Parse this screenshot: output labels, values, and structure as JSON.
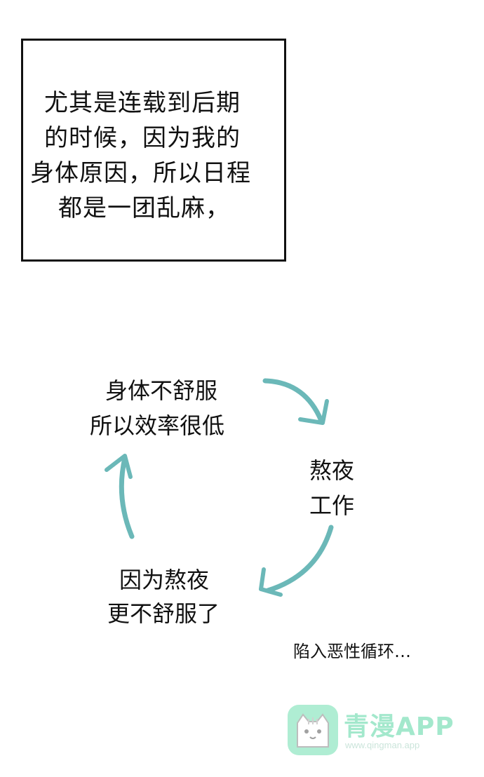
{
  "caption": {
    "lines": [
      "尤其是连载到后期",
      "的时候，因为我的",
      "身体原因，所以日程",
      "都是一团乱麻，"
    ]
  },
  "cycle": {
    "top": [
      "身体不舒服",
      "所以效率很低"
    ],
    "right": [
      "熬夜",
      "工作"
    ],
    "bottom": [
      "因为熬夜",
      "更不舒服了"
    ]
  },
  "footnote": "陷入恶性循环…",
  "watermark": {
    "title": "青漫APP",
    "url": "www.qingman.app"
  },
  "colors": {
    "arrow": "#6bb8b8",
    "watermark": "#58d6a4"
  }
}
